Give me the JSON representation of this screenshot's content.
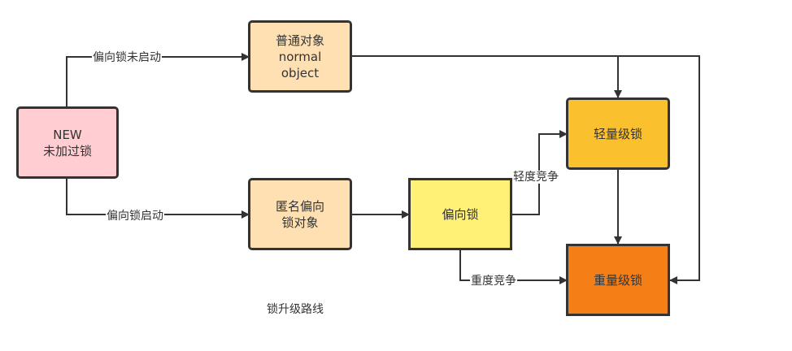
{
  "diagram": {
    "title": "锁升级路线",
    "nodes": [
      {
        "id": "new",
        "lines": [
          "NEW",
          "未加过锁"
        ],
        "fill": "#FFCDD2"
      },
      {
        "id": "normal",
        "lines": [
          "普通对象",
          "normal",
          "object"
        ],
        "fill": "#FFE0B2"
      },
      {
        "id": "anon-biased",
        "lines": [
          "匿名偏向",
          "锁对象"
        ],
        "fill": "#FFE0B2"
      },
      {
        "id": "biased",
        "lines": [
          "偏向锁"
        ],
        "fill": "#FFF176"
      },
      {
        "id": "lightweight",
        "lines": [
          "轻量级锁"
        ],
        "fill": "#FBC02D"
      },
      {
        "id": "heavyweight",
        "lines": [
          "重量级锁"
        ],
        "fill": "#F57F17"
      }
    ],
    "edges": [
      {
        "from": "new",
        "to": "normal",
        "label": "偏向锁未启动"
      },
      {
        "from": "new",
        "to": "anon-biased",
        "label": "偏向锁启动"
      },
      {
        "from": "anon-biased",
        "to": "biased",
        "label": ""
      },
      {
        "from": "biased",
        "to": "lightweight",
        "label": "轻度竞争"
      },
      {
        "from": "biased",
        "to": "heavyweight",
        "label": "重度竞争"
      },
      {
        "from": "normal",
        "to": "lightweight",
        "label": ""
      },
      {
        "from": "normal",
        "to": "heavyweight",
        "label": ""
      },
      {
        "from": "lightweight",
        "to": "heavyweight",
        "label": ""
      }
    ],
    "stroke_color": "#333333"
  }
}
